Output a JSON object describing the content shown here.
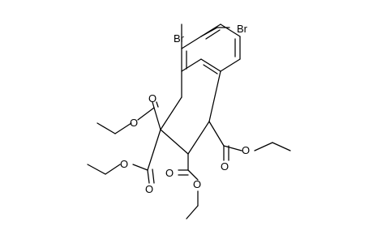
{
  "structure": {
    "atoms": {
      "bromine_left": "Br",
      "bromine_right": "Br",
      "o_ester1_carbonyl": "O",
      "o_ester1_ether": "O",
      "o_ester2_ether": "O",
      "o_ester2_carbonyl": "O",
      "o_ester3_carbonyl": "O",
      "o_ester3_ether": "O",
      "o_ester4_carbonyl": "O",
      "o_ester4_ether": "O"
    }
  }
}
